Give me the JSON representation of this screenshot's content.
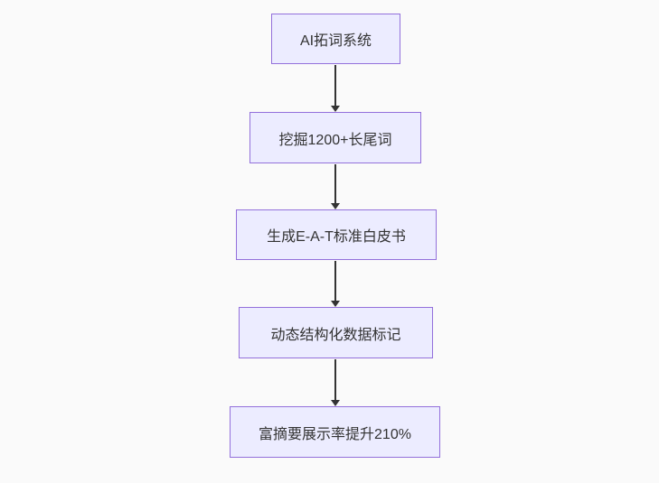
{
  "diagram": {
    "type": "flowchart",
    "direction": "top-down",
    "nodes": [
      {
        "id": "n1",
        "label": "AI拓词系统"
      },
      {
        "id": "n2",
        "label": "挖掘1200+长尾词"
      },
      {
        "id": "n3",
        "label": "生成E-A-T标准白皮书"
      },
      {
        "id": "n4",
        "label": "动态结构化数据标记"
      },
      {
        "id": "n5",
        "label": "富摘要展示率提升210%"
      }
    ],
    "edges": [
      {
        "from": "n1",
        "to": "n2"
      },
      {
        "from": "n2",
        "to": "n3"
      },
      {
        "from": "n3",
        "to": "n4"
      },
      {
        "from": "n4",
        "to": "n5"
      }
    ],
    "colors": {
      "node_fill": "#ececff",
      "node_border": "#9370db",
      "node_text": "#333333",
      "arrow": "#333333",
      "background": "#fafafa"
    }
  }
}
